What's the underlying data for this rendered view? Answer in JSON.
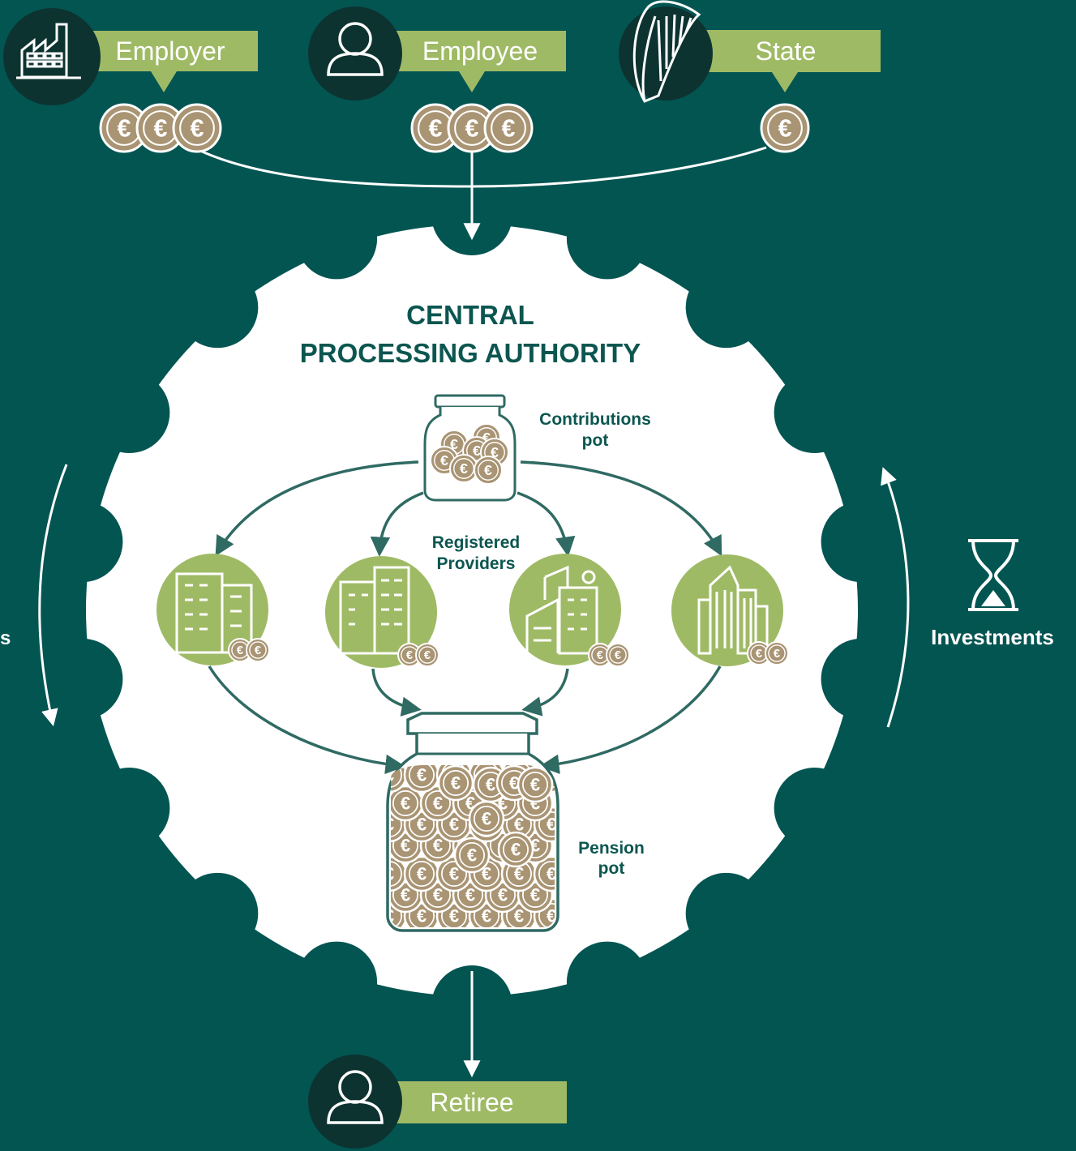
{
  "colors": {
    "background": "#035552",
    "dark_circle": "#0d3330",
    "label_green": "#9fba65",
    "building_green": "#9fba65",
    "coin": "#a99473",
    "text_dark": "#0c5650",
    "gear_white": "#ffffff"
  },
  "parties": {
    "employer": {
      "label": "Employer",
      "icon": "factory-icon"
    },
    "employee": {
      "label": "Employee",
      "icon": "person-icon"
    },
    "state": {
      "label": "State",
      "icon": "harp-icon"
    },
    "retiree": {
      "label": "Retiree",
      "icon": "person-icon"
    }
  },
  "coins": {
    "employer": 3,
    "employee": 3,
    "state": 1
  },
  "authority": {
    "line1": "CENTRAL",
    "line2": "PROCESSING AUTHORITY"
  },
  "contributions_pot": {
    "line1": "Contributions",
    "line2": "pot"
  },
  "providers": {
    "line1": "Registered",
    "line2": "Providers",
    "count": 4
  },
  "pension_pot": {
    "line1": "Pension",
    "line2": "pot"
  },
  "side_labels": {
    "left_partial": "s",
    "right": "Investments",
    "right_icon": "hourglass-icon"
  }
}
